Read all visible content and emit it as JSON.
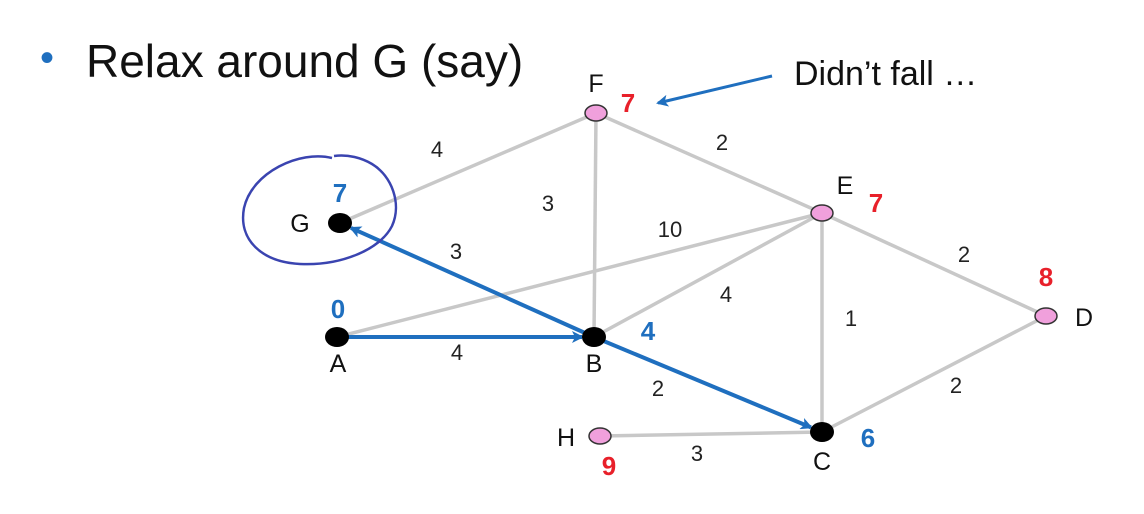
{
  "slide": {
    "bullet": "•",
    "title": "Relax around G (say)",
    "note": "Didn’t fall …"
  },
  "colors": {
    "edge": "#c8c8c8",
    "relaxed_edge": "#1f6fbf",
    "settled_node": "#000000",
    "frontier_node": "#f0a0dc",
    "settled_distance": "#1f6fbf",
    "tentative_distance": "#e8202a"
  },
  "nodes": [
    {
      "id": "A",
      "label": "A",
      "state": "settled",
      "distance": "0"
    },
    {
      "id": "B",
      "label": "B",
      "state": "settled",
      "distance": "4"
    },
    {
      "id": "C",
      "label": "C",
      "state": "settled",
      "distance": "6"
    },
    {
      "id": "D",
      "label": "D",
      "state": "frontier",
      "distance": "8"
    },
    {
      "id": "E",
      "label": "E",
      "state": "frontier",
      "distance": "7"
    },
    {
      "id": "F",
      "label": "F",
      "state": "frontier",
      "distance": "7"
    },
    {
      "id": "G",
      "label": "G",
      "state": "settled",
      "distance": "7"
    },
    {
      "id": "H",
      "label": "H",
      "state": "frontier",
      "distance": "9"
    }
  ],
  "edges": [
    {
      "from": "G",
      "to": "F",
      "weight": "4",
      "relaxed": false
    },
    {
      "from": "F",
      "to": "B",
      "weight": "3",
      "relaxed": false
    },
    {
      "from": "F",
      "to": "E",
      "weight": "2",
      "relaxed": false
    },
    {
      "from": "A",
      "to": "E",
      "weight": "10",
      "relaxed": false
    },
    {
      "from": "B",
      "to": "E",
      "weight": "4",
      "relaxed": false
    },
    {
      "from": "E",
      "to": "C",
      "weight": "1",
      "relaxed": false
    },
    {
      "from": "E",
      "to": "D",
      "weight": "2",
      "relaxed": false
    },
    {
      "from": "C",
      "to": "D",
      "weight": "2",
      "relaxed": false
    },
    {
      "from": "H",
      "to": "C",
      "weight": "3",
      "relaxed": false
    },
    {
      "from": "A",
      "to": "B",
      "weight": "4",
      "relaxed": true
    },
    {
      "from": "B",
      "to": "G",
      "weight": "3",
      "relaxed": true
    },
    {
      "from": "B",
      "to": "C",
      "weight": "2",
      "relaxed": true
    }
  ]
}
